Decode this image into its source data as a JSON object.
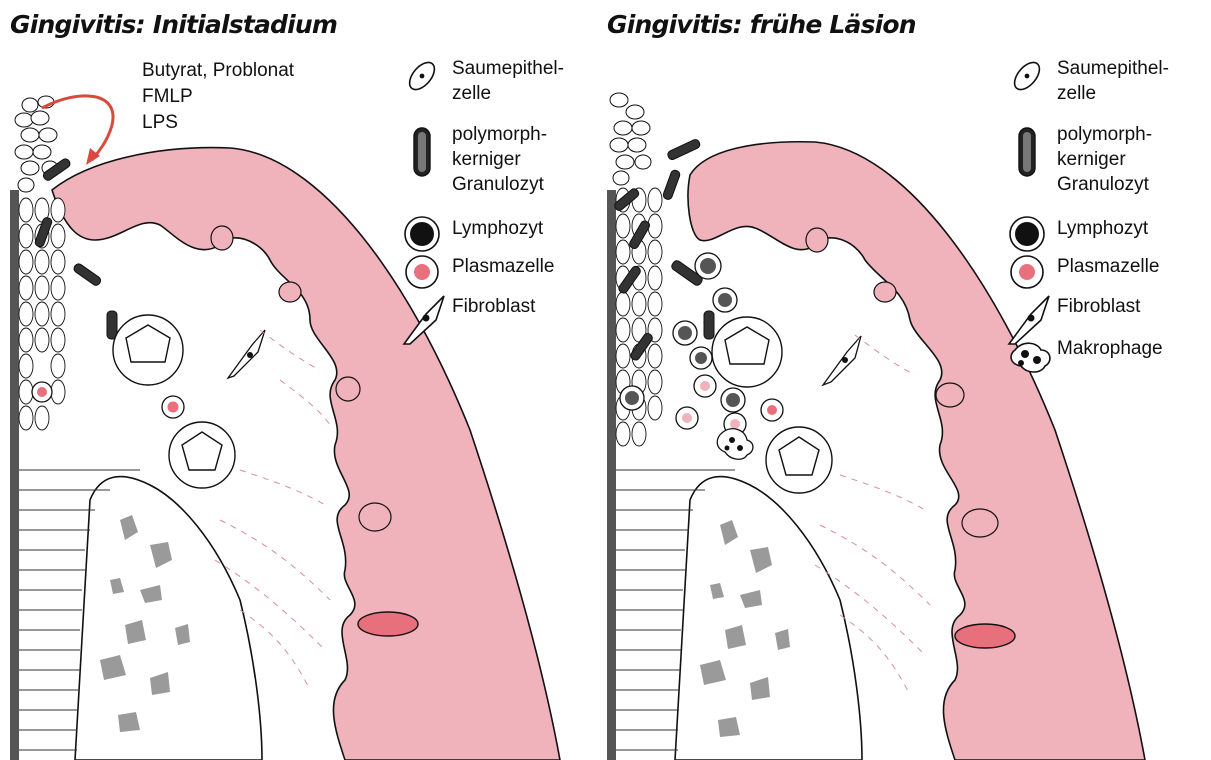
{
  "panels": [
    {
      "title": "Gingivitis: Initialstadium",
      "stimuli": [
        "Butyrat, Problonat",
        "FMLP",
        "LPS"
      ],
      "legend": [
        {
          "icon": "saumepithelzelle-icon",
          "label": "Saumepithel-\nzelle"
        },
        {
          "icon": "granulozyt-icon",
          "label": "polymorph-\nkerniger\nGranulozyt"
        },
        {
          "icon": "lymphozyt-icon",
          "label": "Lymphozyt"
        },
        {
          "icon": "plasmazelle-icon",
          "label": "Plasmazelle"
        },
        {
          "icon": "fibroblast-icon",
          "label": "Fibroblast"
        }
      ]
    },
    {
      "title": "Gingivitis: frühe Läsion",
      "legend": [
        {
          "icon": "saumepithelzelle-icon",
          "label": "Saumepithel-\nzelle"
        },
        {
          "icon": "granulozyt-icon",
          "label": "polymorph-\nkerniger\nGranulozyt"
        },
        {
          "icon": "lymphozyt-icon",
          "label": "Lymphozyt"
        },
        {
          "icon": "plasmazelle-icon",
          "label": "Plasmazelle"
        },
        {
          "icon": "fibroblast-icon",
          "label": "Fibroblast"
        },
        {
          "icon": "makrophage-icon",
          "label": "Makrophage"
        }
      ]
    }
  ],
  "colors": {
    "epithelium": "#f0b3bc",
    "plasma_nucleus": "#e8707c",
    "arrow": "#d9493d",
    "outline": "#111111"
  }
}
